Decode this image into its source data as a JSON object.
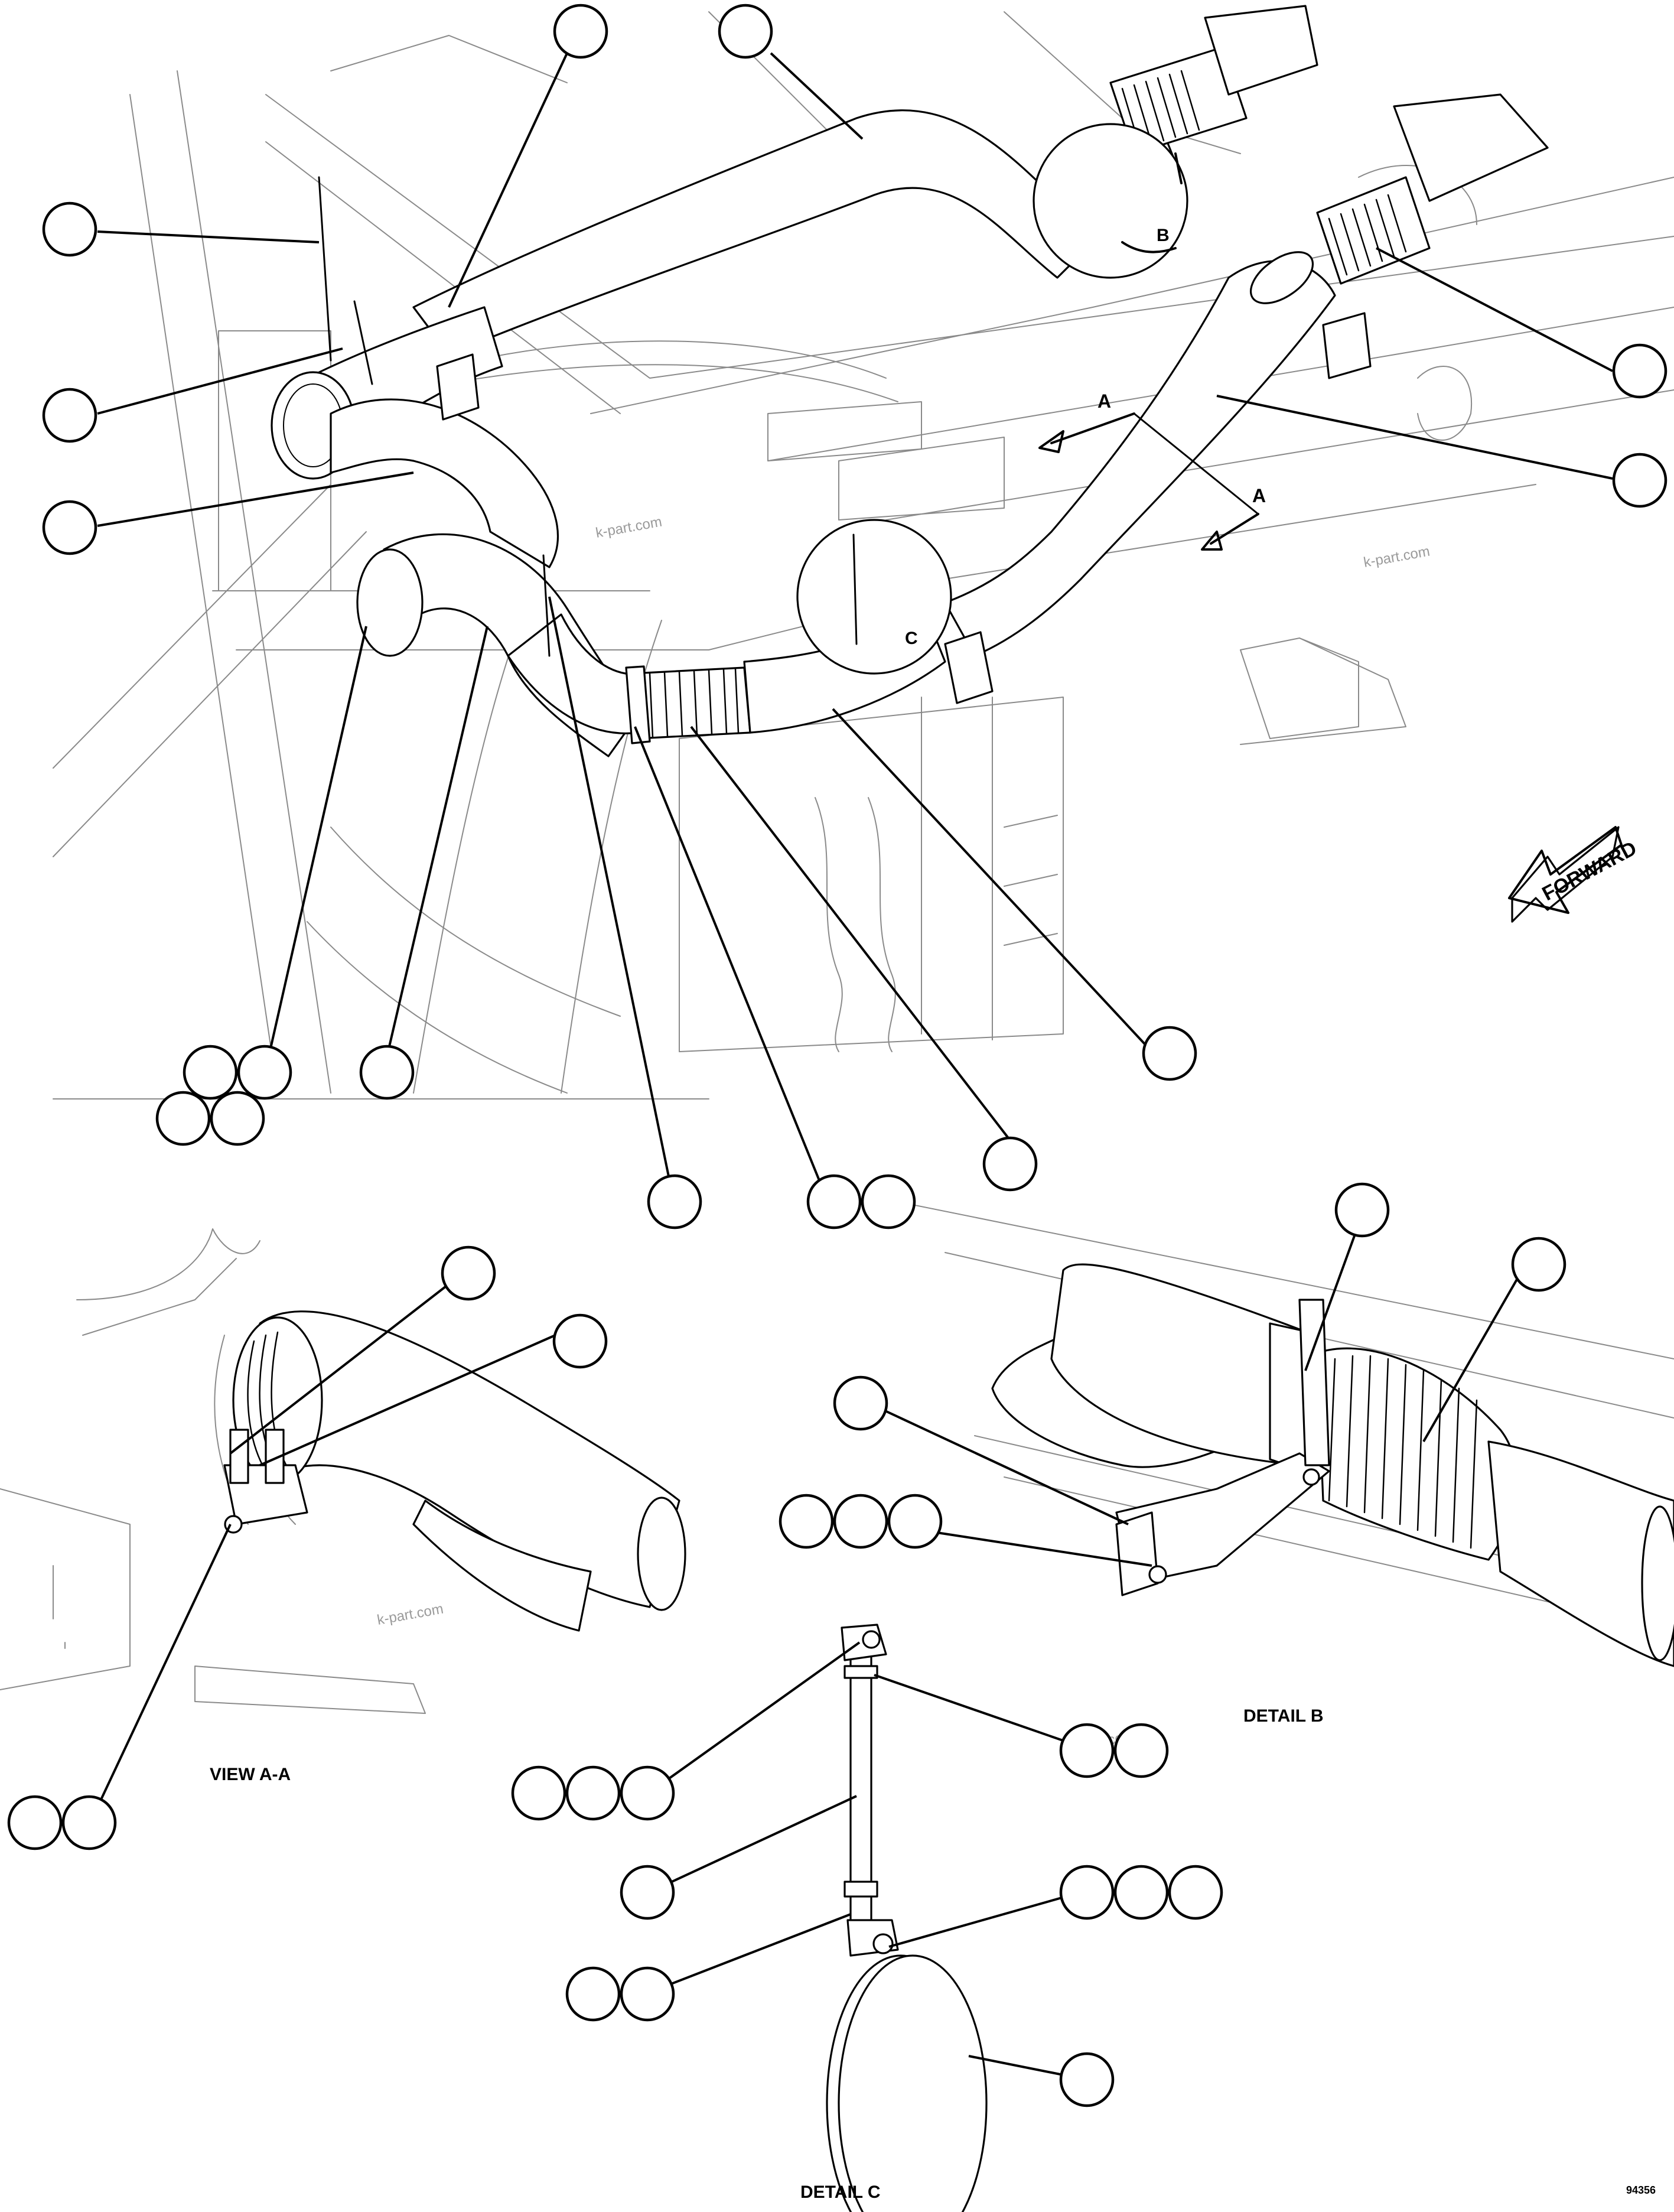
{
  "labels": {
    "forward": "FORWARD",
    "view_a": "A",
    "detail_b_ref": "B",
    "detail_c_ref": "C",
    "view_aa_title": "VIEW A-A",
    "detail_b_title": "DETAIL B",
    "detail_c_title": "DETAIL C",
    "drawing_number": "94356"
  },
  "watermark": "k-part.com",
  "colors": {
    "line": "#000000",
    "background_structure": "#8a8a8a",
    "watermark": "#9a9a9a",
    "paper": "#ffffff"
  }
}
